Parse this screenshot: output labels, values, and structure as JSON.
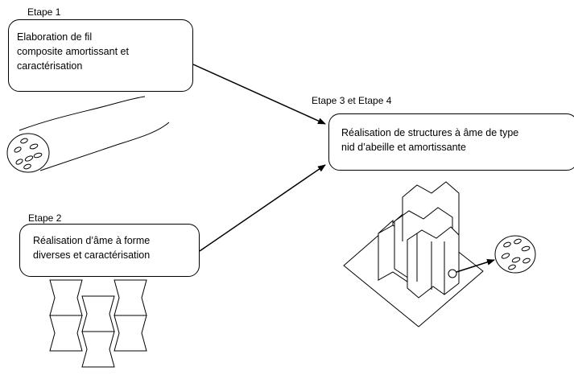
{
  "steps": {
    "step1": {
      "label": "Etape 1",
      "lines": [
        "Elaboration de fil",
        "composite amortissant et",
        "caractérisation"
      ]
    },
    "step2": {
      "label": "Etape 2",
      "lines": [
        "Réalisation d’âme à forme",
        "diverses et caractérisation"
      ]
    },
    "step34": {
      "label": "Etape 3 et Etape 4",
      "lines": [
        "Réalisation de structures à âme de type",
        "nid d’abeille et amortissante"
      ]
    }
  },
  "icons": [
    "composite-fiber-icon",
    "core-shapes-icon",
    "honeycomb-structure-icon",
    "fiber-cross-section-icon"
  ],
  "colors": {
    "stroke": "#000000",
    "background": "#ffffff"
  }
}
